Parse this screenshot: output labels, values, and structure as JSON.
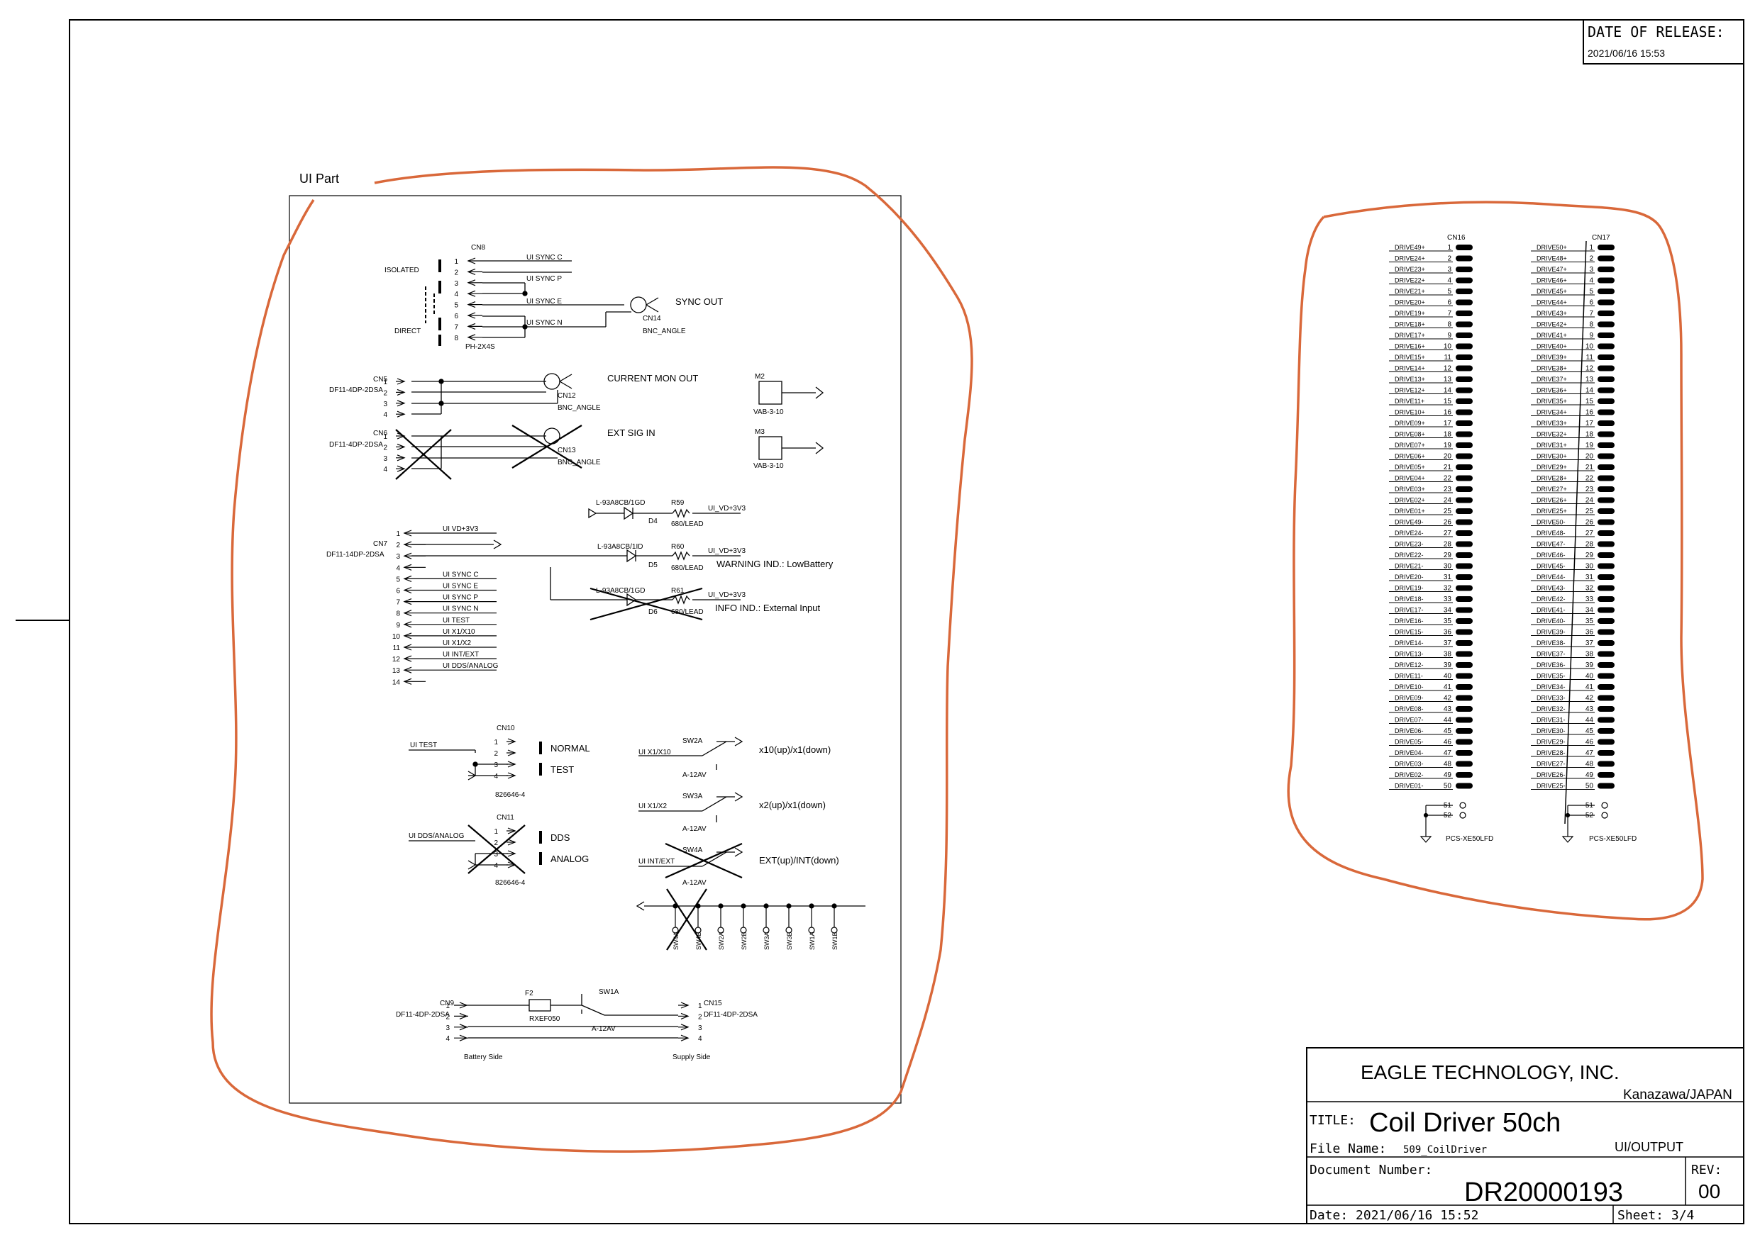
{
  "release": {
    "label": "DATE OF RELEASE:",
    "date": "2021/06/16 15:53"
  },
  "ui_part_label": "UI Part",
  "cn8": {
    "ref": "CN8",
    "part": "PH-2X4S",
    "isolated": "ISOLATED",
    "direct": "DIRECT",
    "pins": [
      "1",
      "2",
      "3",
      "4",
      "5",
      "6",
      "7",
      "8"
    ],
    "nets": [
      "UI SYNC C",
      "UI SYNC P",
      "UI SYNC E",
      "UI SYNC N"
    ]
  },
  "cn14": {
    "ref": "CN14",
    "part": "BNC_ANGLE",
    "label": "SYNC OUT"
  },
  "cn5": {
    "ref": "CN5",
    "part": "DF11-4DP-2DSA",
    "pins": [
      "1",
      "2",
      "3",
      "4"
    ]
  },
  "cn12": {
    "ref": "CN12",
    "part": "BNC_ANGLE",
    "label": "CURRENT MON OUT"
  },
  "cn6": {
    "ref": "CN6",
    "part": "DF11-4DP-2DSA",
    "pins": [
      "1",
      "2",
      "3",
      "4"
    ]
  },
  "cn13": {
    "ref": "CN13",
    "part": "BNC_ANGLE",
    "label": "EXT SIG IN"
  },
  "m2": {
    "ref": "M2",
    "part": "VAB-3-10"
  },
  "m3": {
    "ref": "M3",
    "part": "VAB-3-10"
  },
  "leds": [
    {
      "part": "L-93A8CB/1GD",
      "ref": "D4",
      "res": "R59",
      "val": "680/LEAD",
      "net": ""
    },
    {
      "part": "L-93A8CB/1ID",
      "ref": "D5",
      "res": "R60",
      "val": "680/LEAD",
      "net": "UI_VD+3V3",
      "label": "WARNING IND.: LowBattery"
    },
    {
      "part": "L-93A8CB/1GD",
      "ref": "D6",
      "res": "R61",
      "val": "680/LEAD",
      "net": "UI_VD+3V3",
      "label": "INFO IND.: External Input"
    }
  ],
  "led_net_top": "UI_VD+3V3",
  "cn7": {
    "ref": "CN7",
    "part": "DF11-14DP-2DSA",
    "pins": [
      "1",
      "2",
      "3",
      "4",
      "5",
      "6",
      "7",
      "8",
      "9",
      "10",
      "11",
      "12",
      "13",
      "14"
    ],
    "nets": [
      "UI VD+3V3",
      "",
      "",
      "",
      "UI SYNC C",
      "UI SYNC E",
      "UI SYNC P",
      "UI SYNC N",
      "UI TEST",
      "UI X1/X10",
      "UI X1/X2",
      "UI INT/EXT",
      "UI DDS/ANALOG",
      ""
    ]
  },
  "cn10": {
    "ref": "CN10",
    "part": "826646-4",
    "net": "UI TEST",
    "labels": [
      "NORMAL",
      "TEST"
    ],
    "pins": [
      "1",
      "2",
      "3",
      "4"
    ]
  },
  "cn11": {
    "ref": "CN11",
    "part": "826646-4",
    "net": "UI DDS/ANALOG",
    "labels": [
      "DDS",
      "ANALOG"
    ],
    "pins": [
      "1",
      "2",
      "3",
      "4"
    ]
  },
  "switches": [
    {
      "ref": "SW2A",
      "net": "UI X1/X10",
      "part": "A-12AV",
      "label": "x10(up)/x1(down)"
    },
    {
      "ref": "SW3A",
      "net": "UI X1/X2",
      "part": "A-12AV",
      "label": "x2(up)/x1(down)"
    },
    {
      "ref": "SW4A",
      "net": "UI INT/EXT",
      "part": "A-12AV",
      "label": "EXT(up)/INT(down)"
    }
  ],
  "sw_bottom": [
    "SW4A",
    "SW4B",
    "SW2A",
    "SW2B",
    "SW3A",
    "SW3B",
    "SW1A",
    "SW1B"
  ],
  "power": {
    "cn9": "CN9",
    "cn9part": "DF11-4DP-2DSA",
    "fuse": "F2",
    "fusepart": "RXEF050",
    "sw": "SW1A",
    "swpart": "A-12AV",
    "cn15": "CN15",
    "cn15part": "DF11-4DP-2DSA",
    "battery": "Battery Side",
    "supply": "Supply Side"
  },
  "cn16": {
    "ref": "CN16",
    "part": "PCS-XE50LFD"
  },
  "cn17": {
    "ref": "CN17",
    "part": "PCS-XE50LFD"
  },
  "cn16_nets": [
    "DRIVE49+",
    "DRIVE24+",
    "DRIVE23+",
    "DRIVE22+",
    "DRIVE21+",
    "DRIVE20+",
    "DRIVE19+",
    "DRIVE18+",
    "DRIVE17+",
    "DRIVE16+",
    "DRIVE15+",
    "DRIVE14+",
    "DRIVE13+",
    "DRIVE12+",
    "DRIVE11+",
    "DRIVE10+",
    "DRIVE09+",
    "DRIVE08+",
    "DRIVE07+",
    "DRIVE06+",
    "DRIVE05+",
    "DRIVE04+",
    "DRIVE03+",
    "DRIVE02+",
    "DRIVE01+",
    "DRIVE49-",
    "DRIVE24-",
    "DRIVE23-",
    "DRIVE22-",
    "DRIVE21-",
    "DRIVE20-",
    "DRIVE19-",
    "DRIVE18-",
    "DRIVE17-",
    "DRIVE16-",
    "DRIVE15-",
    "DRIVE14-",
    "DRIVE13-",
    "DRIVE12-",
    "DRIVE11-",
    "DRIVE10-",
    "DRIVE09-",
    "DRIVE08-",
    "DRIVE07-",
    "DRIVE06-",
    "DRIVE05-",
    "DRIVE04-",
    "DRIVE03-",
    "DRIVE02-",
    "DRIVE01-"
  ],
  "cn17_nets": [
    "DRIVE50+",
    "DRIVE48+",
    "DRIVE47+",
    "DRIVE46+",
    "DRIVE45+",
    "DRIVE44+",
    "DRIVE43+",
    "DRIVE42+",
    "DRIVE41+",
    "DRIVE40+",
    "DRIVE39+",
    "DRIVE38+",
    "DRIVE37+",
    "DRIVE36+",
    "DRIVE35+",
    "DRIVE34+",
    "DRIVE33+",
    "DRIVE32+",
    "DRIVE31+",
    "DRIVE30+",
    "DRIVE29+",
    "DRIVE28+",
    "DRIVE27+",
    "DRIVE26+",
    "DRIVE25+",
    "DRIVE50-",
    "DRIVE48-",
    "DRIVE47-",
    "DRIVE46-",
    "DRIVE45-",
    "DRIVE44-",
    "DRIVE43-",
    "DRIVE42-",
    "DRIVE41-",
    "DRIVE40-",
    "DRIVE39-",
    "DRIVE38-",
    "DRIVE37-",
    "DRIVE36-",
    "DRIVE35-",
    "DRIVE34-",
    "DRIVE33-",
    "DRIVE32-",
    "DRIVE31-",
    "DRIVE30-",
    "DRIVE29-",
    "DRIVE28-",
    "DRIVE27-",
    "DRIVE26-",
    "DRIVE25-"
  ],
  "gnd_pins": [
    "51",
    "52"
  ],
  "titleblock": {
    "company": "EAGLE TECHNOLOGY, INC.",
    "location": "Kanazawa/JAPAN",
    "title_label": "TITLE:",
    "title": "Coil Driver 50ch",
    "file_label": "File Name:",
    "file": "509_CoilDriver",
    "sheet_name": "UI/OUTPUT",
    "doc_label": "Document Number:",
    "doc": "DR20000193",
    "rev_label": "REV:",
    "rev": "00",
    "date": "Date: 2021/06/16 15:52",
    "sheet": "Sheet: 3/4"
  },
  "colors": {
    "annotation": "#d9683a",
    "ink": "#000000"
  }
}
